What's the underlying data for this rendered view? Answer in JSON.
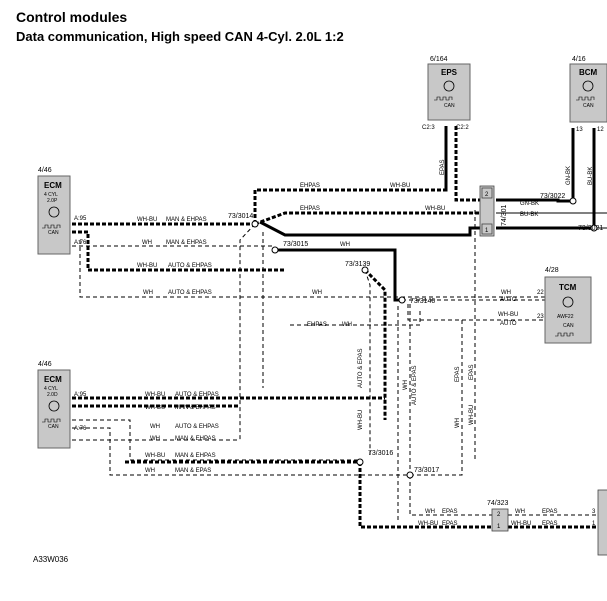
{
  "header": {
    "title": "Control modules",
    "subtitle": "Data communication, High speed CAN 4-Cyl. 2.0L 1:2"
  },
  "footer": {
    "code": "A33W036"
  },
  "modules": {
    "eps": {
      "ref": "6/164",
      "name": "EPS",
      "can": "CAN",
      "pin_left": "C2:3",
      "pin_right": "C2:2"
    },
    "bcm": {
      "ref": "4/16",
      "name": "BCM",
      "can": "CAN",
      "pin_left": "13",
      "pin_right": "12"
    },
    "ecm1": {
      "ref": "4/46",
      "name": "ECM",
      "line1": "4 CYL",
      "line2": "2.0P",
      "can": "CAN",
      "pin_top": "A:95",
      "pin_bottom": "A:76"
    },
    "ecm2": {
      "ref": "4/46",
      "name": "ECM",
      "line1": "4 CYL",
      "line2": "2.0D",
      "can": "CAN",
      "pin_top": "A:95",
      "pin_bottom": "A:76"
    },
    "tcm": {
      "ref": "4/28",
      "name": "TCM",
      "line1": "AWF22",
      "can": "CAN",
      "pin_top": "22",
      "pin_bottom": "23"
    }
  },
  "connectors": {
    "c74_301": {
      "ref": "74/301",
      "pin2": "2",
      "pin1": "1"
    },
    "c74_323": {
      "ref": "74/323",
      "pin2": "2",
      "pin1": "1"
    },
    "right_pin3": "3",
    "right_pin1": "1"
  },
  "splices": [
    "73/3014",
    "73/3015",
    "73/3139",
    "73/3140",
    "73/3016",
    "73/3017",
    "73/3022",
    "73/3021"
  ],
  "wire_labels": {
    "wh_bu": "WH-BU",
    "wh": "WH",
    "man_ehpas": "MAN & EHPAS",
    "auto_ehpas": "AUTO & EHPAS",
    "ehpas": "EHPAS",
    "auto": "AUTO",
    "man_epas": "MAN & EPAS",
    "auto_epas": "AUTO & EPAS",
    "epas": "EPAS",
    "gn_bk": "GN-BK",
    "bu_bk": "BU-BK"
  }
}
